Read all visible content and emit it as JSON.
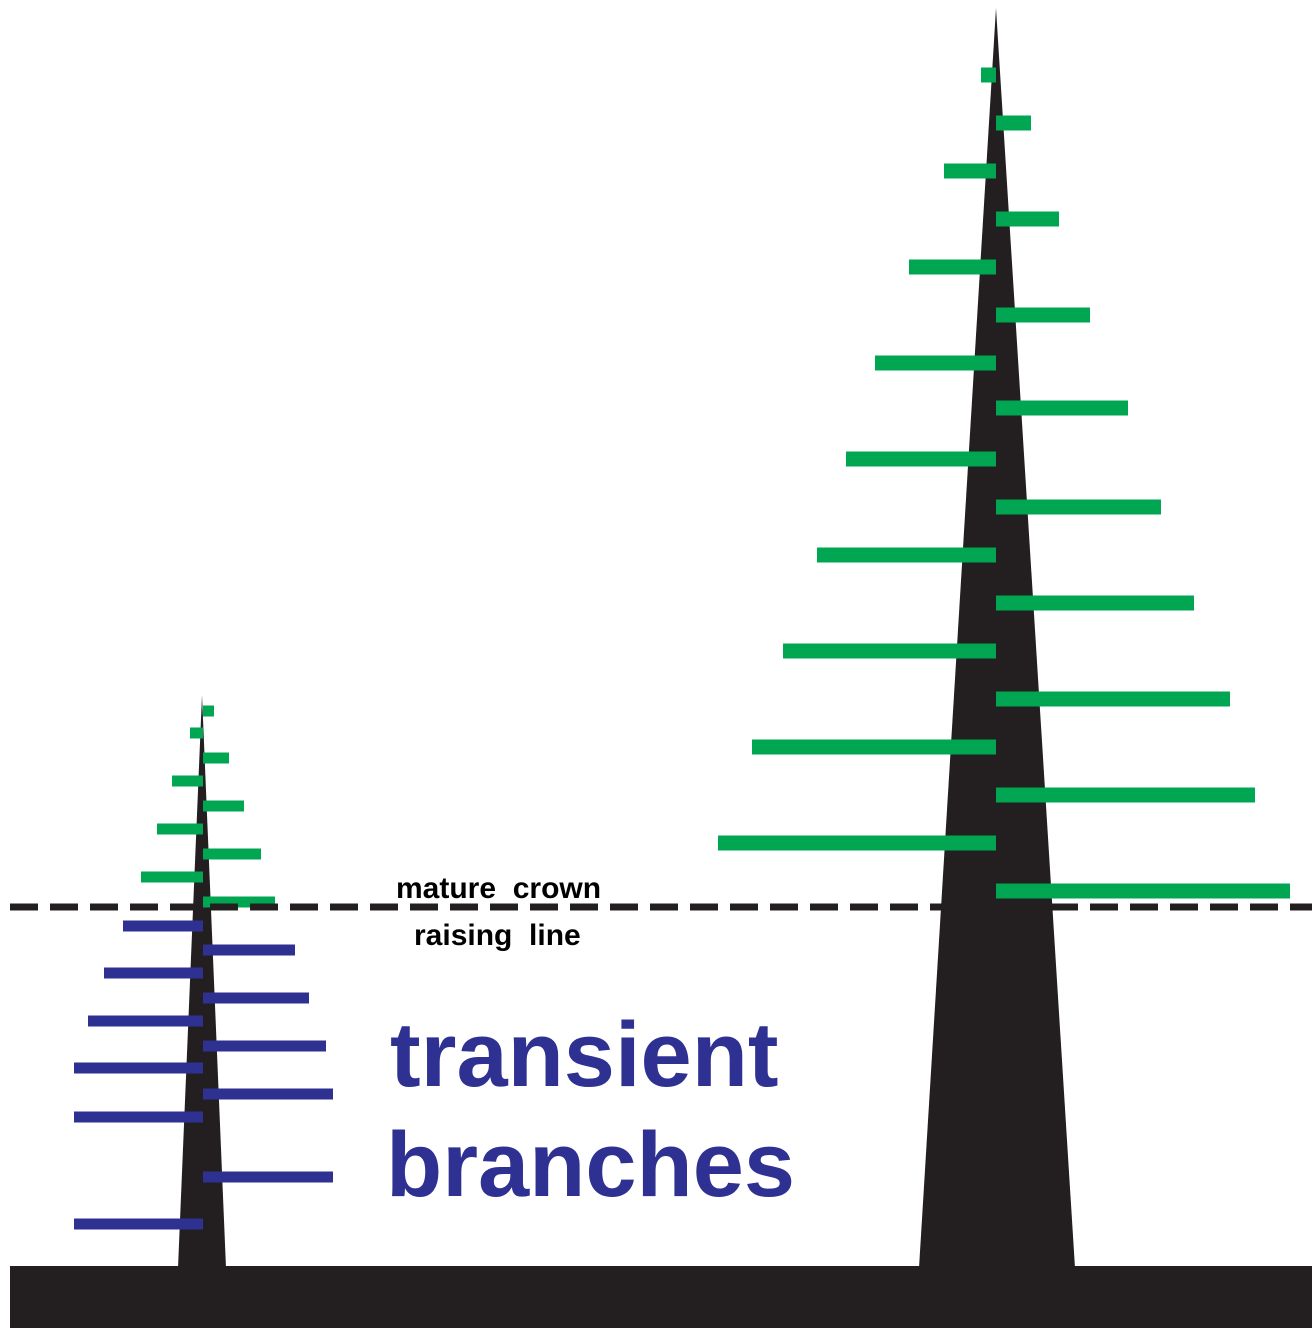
{
  "colors": {
    "background": "#ffffff",
    "trunk": "#231f20",
    "ground": "#231f20",
    "crown_line": "#231f20",
    "permanent_branch": "#00a651",
    "transient_branch": "#2e3192",
    "label_text": "#000000",
    "transient_text": "#2e3192"
  },
  "labels": {
    "crown_line_1": "mature  crown",
    "crown_line_2": "raising  line",
    "transient_1": "transient",
    "transient_2": "branches"
  }
}
